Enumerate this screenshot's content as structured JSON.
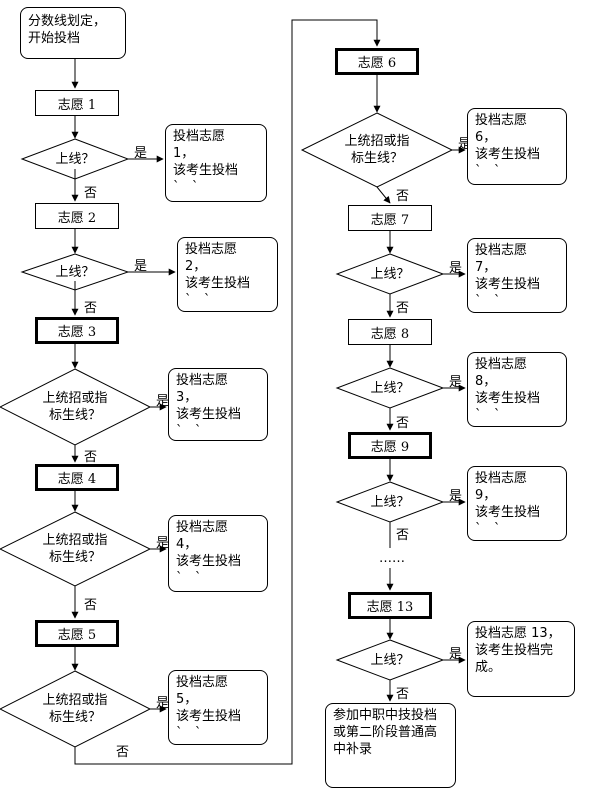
{
  "start": {
    "text": "分数线划定，\n开始投档"
  },
  "labels": {
    "yes": "是",
    "no": "否"
  },
  "choices": [
    {
      "label": "志愿 1",
      "question": "上线？",
      "result": "投档志愿\n1，\n该考生投档\n`   ˋ"
    },
    {
      "label": "志愿 2",
      "question": "上线？",
      "result": "投档志愿\n2，\n该考生投档\n`   ˋ"
    },
    {
      "label": "志愿 3",
      "question": "上统招或指\n标生线？",
      "result": "投档志愿\n3，\n该考生投档\n`   ˋ"
    },
    {
      "label": "志愿 4",
      "question": "上统招或指\n标生线？",
      "result": "投档志愿\n4，\n该考生投档\n`   ˋ"
    },
    {
      "label": "志愿 5",
      "question": "上统招或指\n标生线？",
      "result": "投档志愿\n5，\n该考生投档\n`   ˋ"
    },
    {
      "label": "志愿 6",
      "question": "上统招或指\n标生线？",
      "result": "投档志愿\n6，\n该考生投档\n`   ˋ"
    },
    {
      "label": "志愿 7",
      "question": "上线？",
      "result": "投档志愿\n7，\n该考生投档\n`   ˋ"
    },
    {
      "label": "志愿 8",
      "question": "上线？",
      "result": "投档志愿\n8，\n该考生投档\n`   ˋ"
    },
    {
      "label": "志愿 9",
      "question": "上线？",
      "result": "投档志愿\n9，\n该考生投档\n`   ˋ"
    },
    {
      "label": "志愿 13",
      "question": "上线？",
      "result": "投档志愿 13，\n该考生投档完\n成。"
    }
  ],
  "ellipsis": "……",
  "final": "参加中职中技投档\n或第二阶段普通高\n中补录"
}
